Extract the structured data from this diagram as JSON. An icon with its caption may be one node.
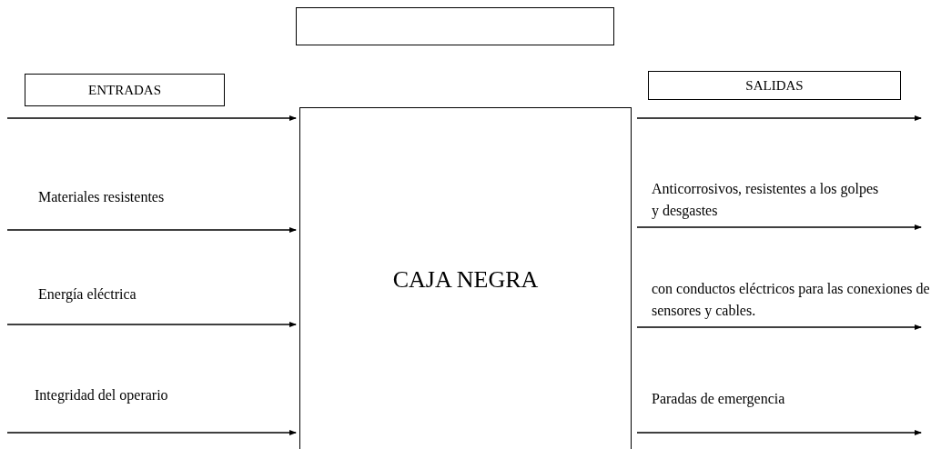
{
  "diagram": {
    "nodes": [
      {
        "text": [],
        "shape": "box"
      },
      {
        "text": [
          "ENTRADAS"
        ]
      },
      {
        "text": [
          "SALIDAS"
        ]
      },
      {
        "text": [
          "CAJA NEGRA"
        ]
      }
    ],
    "edges": [
      {
        "from": null,
        "to": 3,
        "arrow": "to"
      },
      {
        "from": null,
        "to": 3,
        "arrow": "to",
        "label": "Materiales resistentes"
      },
      {
        "from": null,
        "to": 3,
        "arrow": "to",
        "label": "Energía eléctrica"
      },
      {
        "from": null,
        "to": 3,
        "arrow": "to",
        "label": "Integridad del operario"
      },
      {
        "from": 3,
        "to": null,
        "arrow": "to"
      },
      {
        "from": 3,
        "to": null,
        "arrow": "to",
        "label": "Anticorrosivos, resistentes a los golpes y desgastes"
      },
      {
        "from": 3,
        "to": null,
        "arrow": "to",
        "label": "con conductos eléctricos para las conexiones de sensores y cables."
      },
      {
        "from": 3,
        "to": null,
        "arrow": "to",
        "label": "Paradas de emergencia"
      }
    ]
  }
}
